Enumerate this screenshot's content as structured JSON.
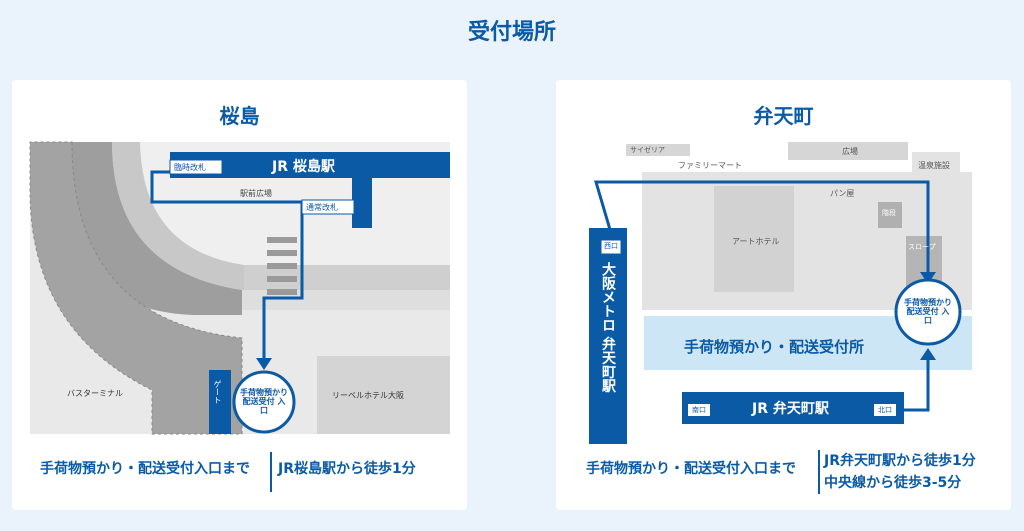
{
  "page_title": "受付場所",
  "sakurajima": {
    "title": "桜島",
    "station": "JR 桜島駅",
    "rinji_gate": "臨時改札",
    "station_plaza": "駅前広場",
    "normal_gate": "通常改札",
    "reception_sign": "手荷物預かり 配送受付 入口",
    "bus_terminal": "バスターミナル",
    "hotel": "リーベルホテル大阪",
    "vertical_label": "ゲート",
    "info_left": "手荷物預かり・配送受付入口まで",
    "info_right": "JR桜島駅から徒歩1分"
  },
  "bentencho": {
    "title": "弁天町",
    "saizeriya": "サイゼリア",
    "familymart": "ファミリーマート",
    "plaza": "広場",
    "onsen": "温泉施設",
    "bakery": "パン屋",
    "stairs": "階段",
    "art_hotel": "アートホテル",
    "slope": "スロープ",
    "reception_sign": "手荷物預かり 配送受付 入口",
    "reception_area": "手荷物預かり・配送受付所",
    "metro": "大阪メトロ 弁天町駅",
    "west_exit": "西口",
    "jr_station": "JR 弁天町駅",
    "south_exit": "南口",
    "north_exit": "北口",
    "info_left": "手荷物預かり・配送受付入口まで",
    "info_right_1": "JR弁天町駅から徒歩1分",
    "info_right_2": "中央線から徒歩3-5分"
  },
  "colors": {
    "accent": "#0b5aa6",
    "map_gray": "#dcdcdc",
    "road_gray": "#a9a9a9",
    "highlight": "#cde6f5"
  }
}
